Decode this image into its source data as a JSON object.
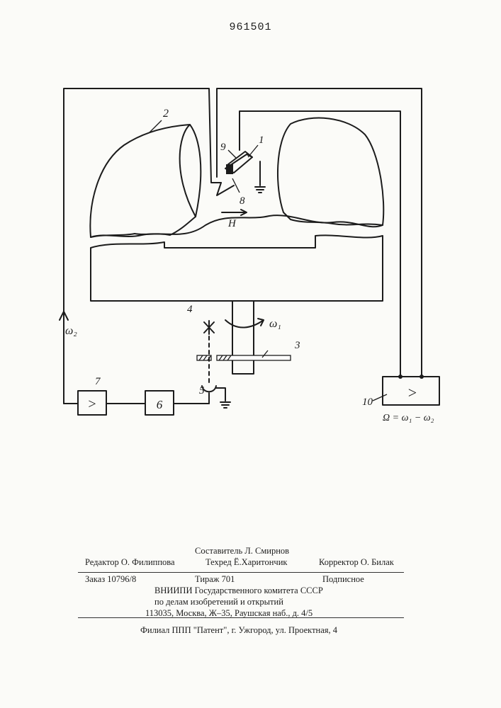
{
  "header": {
    "doc_number": "961501"
  },
  "diagram": {
    "labels": {
      "n1": "1",
      "n2": "2",
      "n3": "3",
      "n4": "4",
      "n5": "5",
      "n6": "6",
      "n7": "7",
      "n8": "8",
      "n9": "9",
      "n10": "10",
      "field": "H",
      "omega1": "ω₁",
      "omega2": "ω₂",
      "formula": "Ω = ω₁ − ω₂"
    },
    "blocks": {
      "block6": "6",
      "amp7": ">",
      "amp10": ">"
    }
  },
  "colophon": {
    "compiler": "Составитель Л. Смирнов",
    "editor": "Редактор О. Филиппова",
    "techred": "Техред Ё.Харитончик",
    "corrector": "Корректор О. Билак",
    "order": "Заказ 10796/8",
    "circulation": "Тираж 701",
    "subscription": "Подписное",
    "org1": "ВНИИПИ Государственного комитета СССР",
    "org2": "по делам изобретений и открытий",
    "address": "113035, Москва, Ж–35, Раушская наб., д. 4/5",
    "branch": "Филиал ППП \"Патент\", г. Ужгород, ул. Проектная, 4"
  }
}
